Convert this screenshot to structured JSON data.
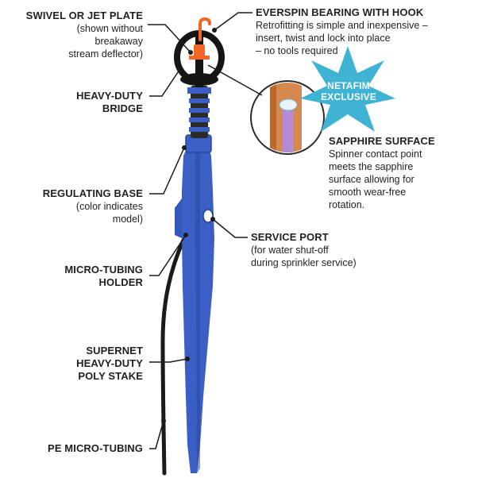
{
  "callouts": {
    "swivel": {
      "title": "SWIVEL OR JET PLATE",
      "lines": [
        "(shown without",
        "breakaway",
        "stream deflector)"
      ]
    },
    "bridge": {
      "title_lines": [
        "HEAVY-DUTY",
        "BRIDGE"
      ]
    },
    "regulating": {
      "title": "REGULATING BASE",
      "lines": [
        "(color indicates",
        "model)"
      ]
    },
    "holder": {
      "title_lines": [
        "MICRO-TUBING",
        "HOLDER"
      ]
    },
    "stake": {
      "title_lines": [
        "SUPERNET",
        "HEAVY-DUTY",
        "POLY STAKE"
      ]
    },
    "tubing": {
      "title": "PE MICRO-TUBING"
    },
    "bearing": {
      "title": "EVERSPIN BEARING WITH HOOK",
      "lines": [
        "Retrofitting is simple and inexpensive –",
        "insert, twist and lock into place",
        "– no tools required"
      ]
    },
    "sapphire": {
      "title": "SAPPHIRE SURFACE",
      "lines": [
        "Spinner contact point",
        "meets the sapphire",
        "surface allowing for",
        "smooth wear-free",
        "rotation."
      ]
    },
    "service": {
      "title": "SERVICE PORT",
      "lines": [
        "(for water shut-off",
        "during sprinkler service)"
      ]
    }
  },
  "badge": {
    "lines": [
      "NETAFIM",
      "EXCLUSIVE"
    ]
  },
  "colors": {
    "stake_blue": "#3b5fc4",
    "stake_dark": "#2a47a0",
    "badge_teal": "#3fb3d4",
    "spinner_orange": "#f26522",
    "bearing_copper": "#d6884e",
    "sapphire_purple": "#b48ad6",
    "tubing_black": "#1a1a1a"
  }
}
